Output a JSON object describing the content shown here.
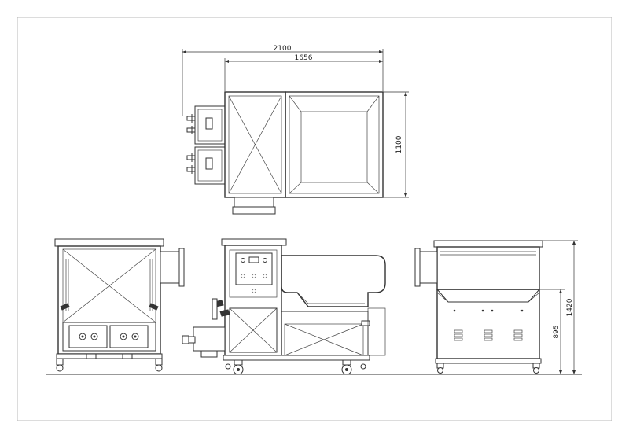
{
  "drawing": {
    "dimensions": {
      "overall_width": "2100",
      "body_width": "1656",
      "depth": "1100",
      "total_height": "1420",
      "lower_height": "895"
    }
  }
}
